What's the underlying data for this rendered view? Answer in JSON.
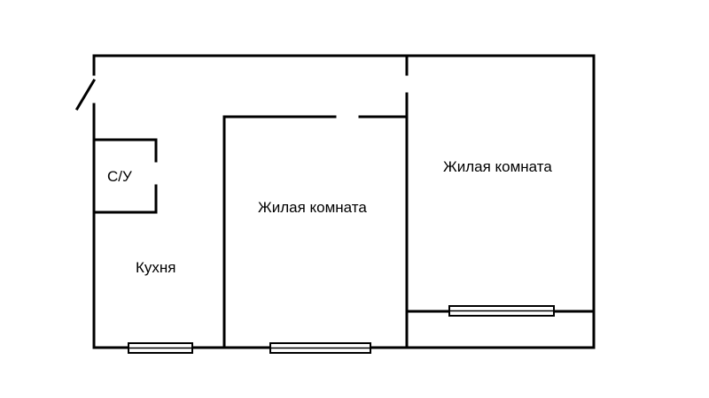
{
  "rooms": {
    "bathroom": "С/У",
    "kitchen": "Кухня",
    "living_room_center": "Жилая комната",
    "living_room_right": "Жилая комната"
  },
  "colors": {
    "wall": "#000000",
    "background": "#ffffff"
  }
}
